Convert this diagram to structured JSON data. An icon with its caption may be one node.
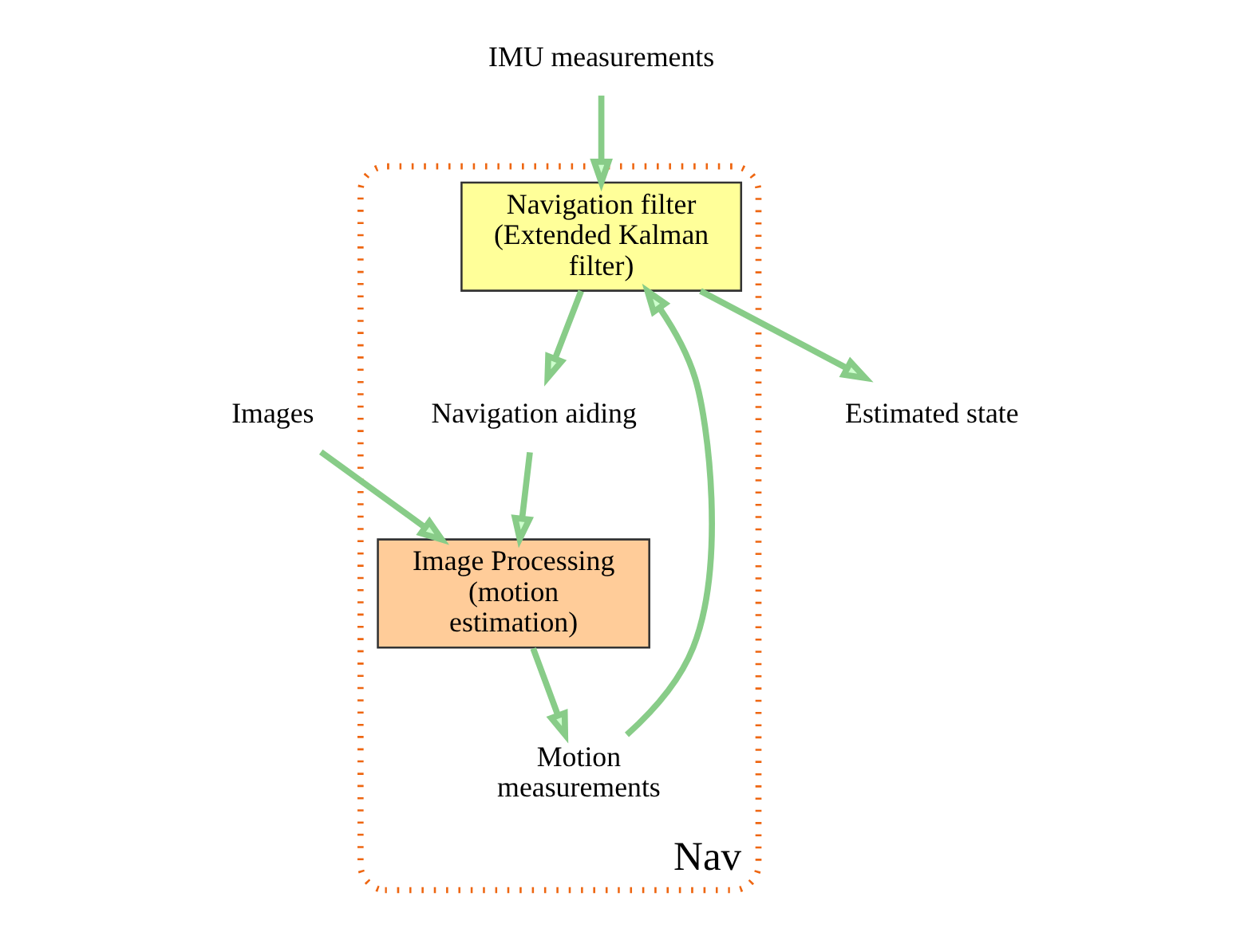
{
  "diagram": {
    "nodes": [
      {
        "text": [
          "Nav"
        ]
      },
      {
        "text": [
          "Estimated state"
        ]
      },
      {
        "text": [
          "Navigation filter (Extended Kalman filter)"
        ],
        "in": 0
      },
      {
        "text": [
          "IMU measurements"
        ]
      },
      {
        "text": [
          "Navigation aiding"
        ],
        "in": 0
      },
      {
        "text": [
          "Motion measurements"
        ],
        "in": 0
      },
      {
        "text": [
          "Image Processing (motion estimation)"
        ],
        "in": 0
      },
      {
        "text": [
          "Images"
        ]
      }
    ],
    "edges": [
      {
        "from": 2,
        "to": 1,
        "arrow": "to"
      },
      {
        "from": 3,
        "to": 2,
        "arrow": "to"
      },
      {
        "from": 2,
        "to": 4,
        "arrow": "to"
      },
      {
        "from": 5,
        "to": 2,
        "arrow": "to"
      },
      {
        "from": 4,
        "to": 6,
        "arrow": "to"
      },
      {
        "from": 7,
        "to": 6,
        "arrow": "to"
      },
      {
        "from": 6,
        "to": 5,
        "arrow": "to"
      }
    ]
  }
}
